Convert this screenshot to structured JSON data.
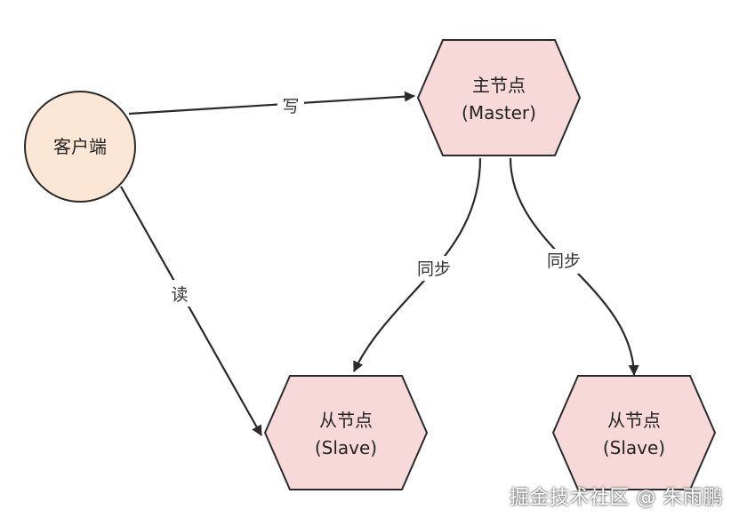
{
  "nodes": {
    "client": {
      "label": "客户端"
    },
    "master": {
      "line1": "主节点",
      "line2": "(Master)"
    },
    "slave_left": {
      "line1": "从节点",
      "line2": "(Slave)"
    },
    "slave_right": {
      "line1": "从节点",
      "line2": "(Slave)"
    }
  },
  "edges": {
    "write": {
      "label": "写"
    },
    "read": {
      "label": "读"
    },
    "sync_left": {
      "label": "同步"
    },
    "sync_right": {
      "label": "同步"
    }
  },
  "watermark": "掘金技术社区 @ 朱雨鹏",
  "colors": {
    "client_fill": "#fce6d6",
    "hex_fill": "#f8d9d9",
    "stroke": "#2a2a2a"
  }
}
